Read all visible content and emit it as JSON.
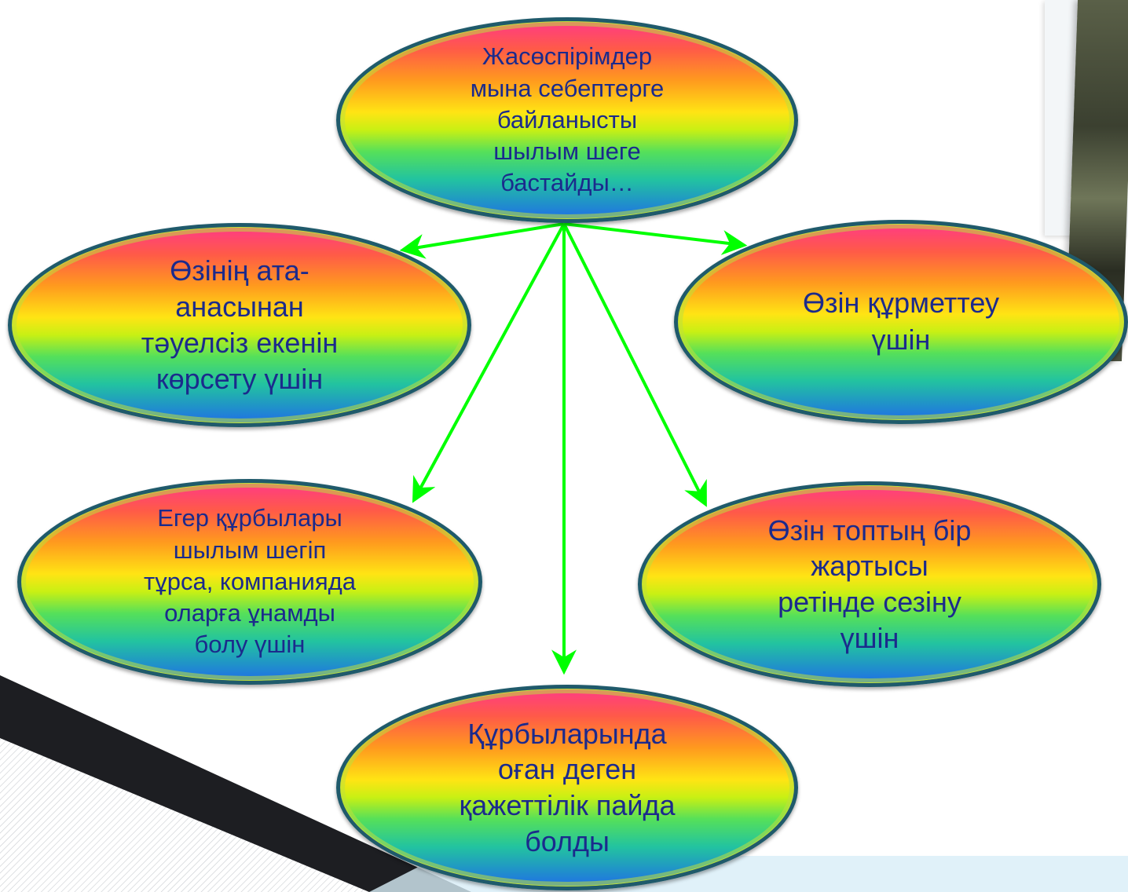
{
  "colors": {
    "arrow": "#00ff00",
    "border": "#1f5a6b",
    "text": "#1b2a8c"
  },
  "nodes": {
    "center": {
      "text": "Жасөспірімдер\nмына себептерге\nбайланысты\nшылым шеге\nбастайды…"
    },
    "left_top": {
      "text": "Өзінің ата-\nанасынан\nтәуелсіз екенін\nкөрсету үшін"
    },
    "right_top": {
      "text": "Өзін құрметтеу\nүшін"
    },
    "left_bottom": {
      "text": "Егер құрбылары\nшылым шегіп\nтұрса, компанияда\nоларға ұнамды\nболу үшін"
    },
    "right_bottom": {
      "text": "Өзін топтың бір\nжартысы\nретінде сезіну\nүшін"
    },
    "bottom": {
      "text": "Құрбыларында\nоған деген\nқажеттілік пайда\nболды"
    }
  },
  "decorations": {
    "photo": "photo-image",
    "stripes": "diagonal-stripe-pattern"
  }
}
